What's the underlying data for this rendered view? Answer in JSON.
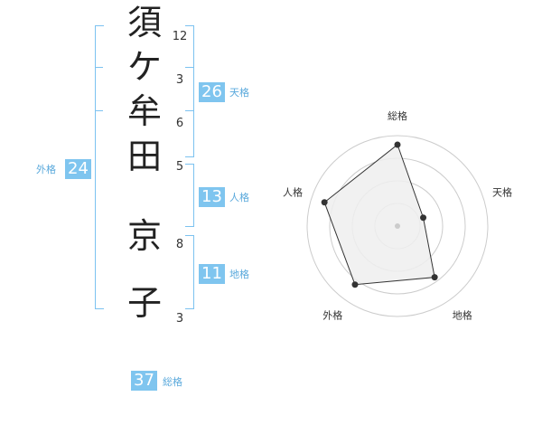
{
  "name_chars": [
    {
      "char": "須",
      "strokes": "12"
    },
    {
      "char": "ケ",
      "strokes": "3"
    },
    {
      "char": "牟",
      "strokes": "6"
    },
    {
      "char": "田",
      "strokes": "5"
    },
    {
      "char": "京",
      "strokes": "8"
    },
    {
      "char": "子",
      "strokes": "3"
    }
  ],
  "scores": {
    "tenkaku": {
      "value": "26",
      "label": "天格"
    },
    "jinkaku": {
      "value": "13",
      "label": "人格"
    },
    "chikaku": {
      "value": "11",
      "label": "地格"
    },
    "gaikaku": {
      "value": "24",
      "label": "外格"
    },
    "soukaku": {
      "value": "37",
      "label": "総格"
    }
  },
  "chart_data": {
    "type": "radar",
    "axes": [
      "総格",
      "天格",
      "地格",
      "外格",
      "人格"
    ],
    "values": [
      0.9,
      0.3,
      0.7,
      0.8,
      0.85
    ],
    "max": 1,
    "rings": 4,
    "fill_color": "#eeeeee",
    "line_color": "#333333",
    "ring_color": "#cccccc"
  }
}
